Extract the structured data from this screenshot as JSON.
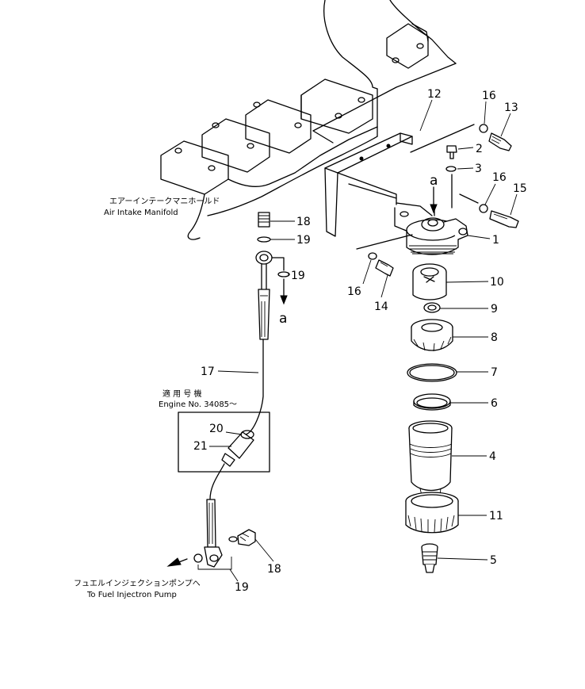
{
  "labels": {
    "manifold_jp": "エアーインテークマニホールド",
    "manifold_en": "Air Intake Manifold",
    "engine_jp": "適 用 号 機",
    "engine_en": "Engine No. 34085～",
    "pump_jp": "フュエルインジェクションポンプへ",
    "pump_en": "To Fuel Injectron Pump",
    "view_a": "a"
  },
  "part_numbers": {
    "p1": "1",
    "p2": "2",
    "p3": "3",
    "p4": "4",
    "p5": "5",
    "p6": "6",
    "p7": "7",
    "p8": "8",
    "p9": "9",
    "p10": "10",
    "p11": "11",
    "p12": "12",
    "p13": "13",
    "p14": "14",
    "p15": "15",
    "p16": "16",
    "p17": "17",
    "p18": "18",
    "p19": "19",
    "p20": "20",
    "p21": "21"
  }
}
